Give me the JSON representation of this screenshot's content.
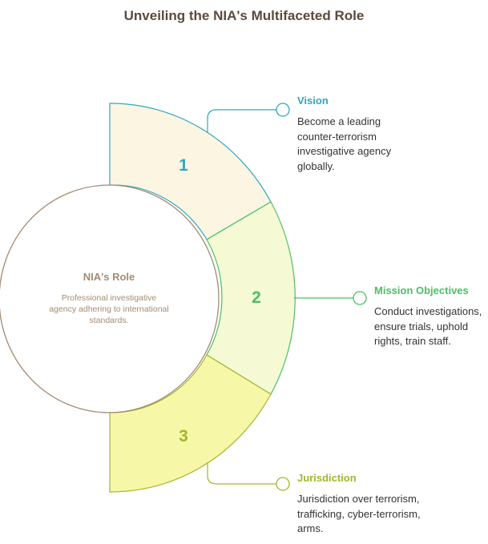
{
  "title": "Unveiling the NIA's Multifaceted Role",
  "center": {
    "title": "NIA's Role",
    "description": "Professional investigative agency adhering to international standards."
  },
  "items": [
    {
      "number": "1",
      "title": "Vision",
      "description": "Become a leading counter-terrorism investigative agency globally.",
      "accent": "#2fa8bf",
      "fill": "#fbf5e1"
    },
    {
      "number": "2",
      "title": "Mission Objectives",
      "description": "Conduct investigations, ensure trials, uphold rights, train staff.",
      "accent": "#4cbf63",
      "fill": "#f5fad5"
    },
    {
      "number": "3",
      "title": "Jurisdiction",
      "description": "Jurisdiction over terrorism, trafficking, cyber-terrorism, arms.",
      "accent": "#a3b62e",
      "fill": "#f6f7a7"
    }
  ],
  "colors": {
    "center_stroke": "#a38b74",
    "title_text": "#5b4a3b"
  }
}
